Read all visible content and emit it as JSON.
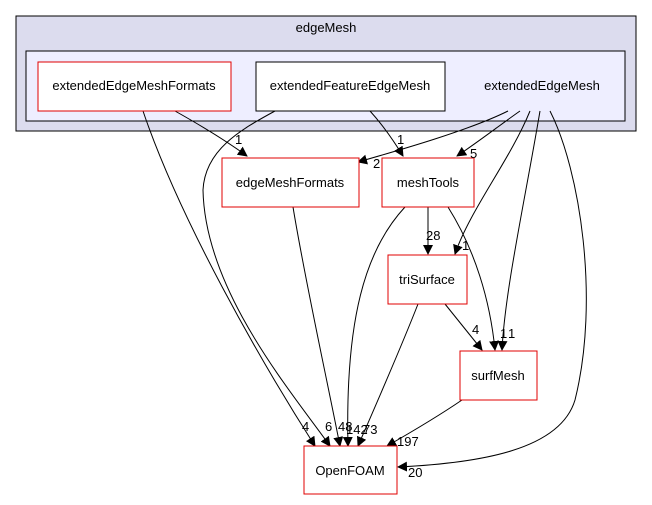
{
  "colors": {
    "outer_cluster_fill": "#dcdcee",
    "inner_cluster_fill": "#eeeeff",
    "node_border_red": "#e00000",
    "node_border_black": "#000000",
    "edge": "#000000",
    "text": "#000000"
  },
  "clusters": {
    "outer": {
      "label": "edgeMesh"
    },
    "inner": {
      "label": "extendedEdgeMesh"
    }
  },
  "nodes": {
    "extendedEdgeMeshFormats": {
      "label": "extendedEdgeMeshFormats"
    },
    "extendedFeatureEdgeMesh": {
      "label": "extendedFeatureEdgeMesh"
    },
    "edgeMeshFormats": {
      "label": "edgeMeshFormats"
    },
    "meshTools": {
      "label": "meshTools"
    },
    "triSurface": {
      "label": "triSurface"
    },
    "surfMesh": {
      "label": "surfMesh"
    },
    "OpenFOAM": {
      "label": "OpenFOAM"
    }
  },
  "edge_labels": {
    "eemf_to_openfoam": "4",
    "eemf_to_edgemeshformats": "1",
    "efem_to_openfoam": "6",
    "efem_to_meshtools": "1",
    "eem_to_edgemeshformats": "2",
    "eem_to_meshtools": "5",
    "eem_to_trisurface": "1",
    "eem_to_surfmesh": "1",
    "eem_to_openfoam": "20",
    "edgemeshformats_to_openfoam": "48",
    "meshtools_to_trisurface": "28",
    "meshtools_to_surfmesh": "1",
    "meshtools_to_openfoam": "142",
    "trisurface_to_surfmesh": "4",
    "trisurface_to_openfoam": "73",
    "surfmesh_to_openfoam": "197"
  }
}
